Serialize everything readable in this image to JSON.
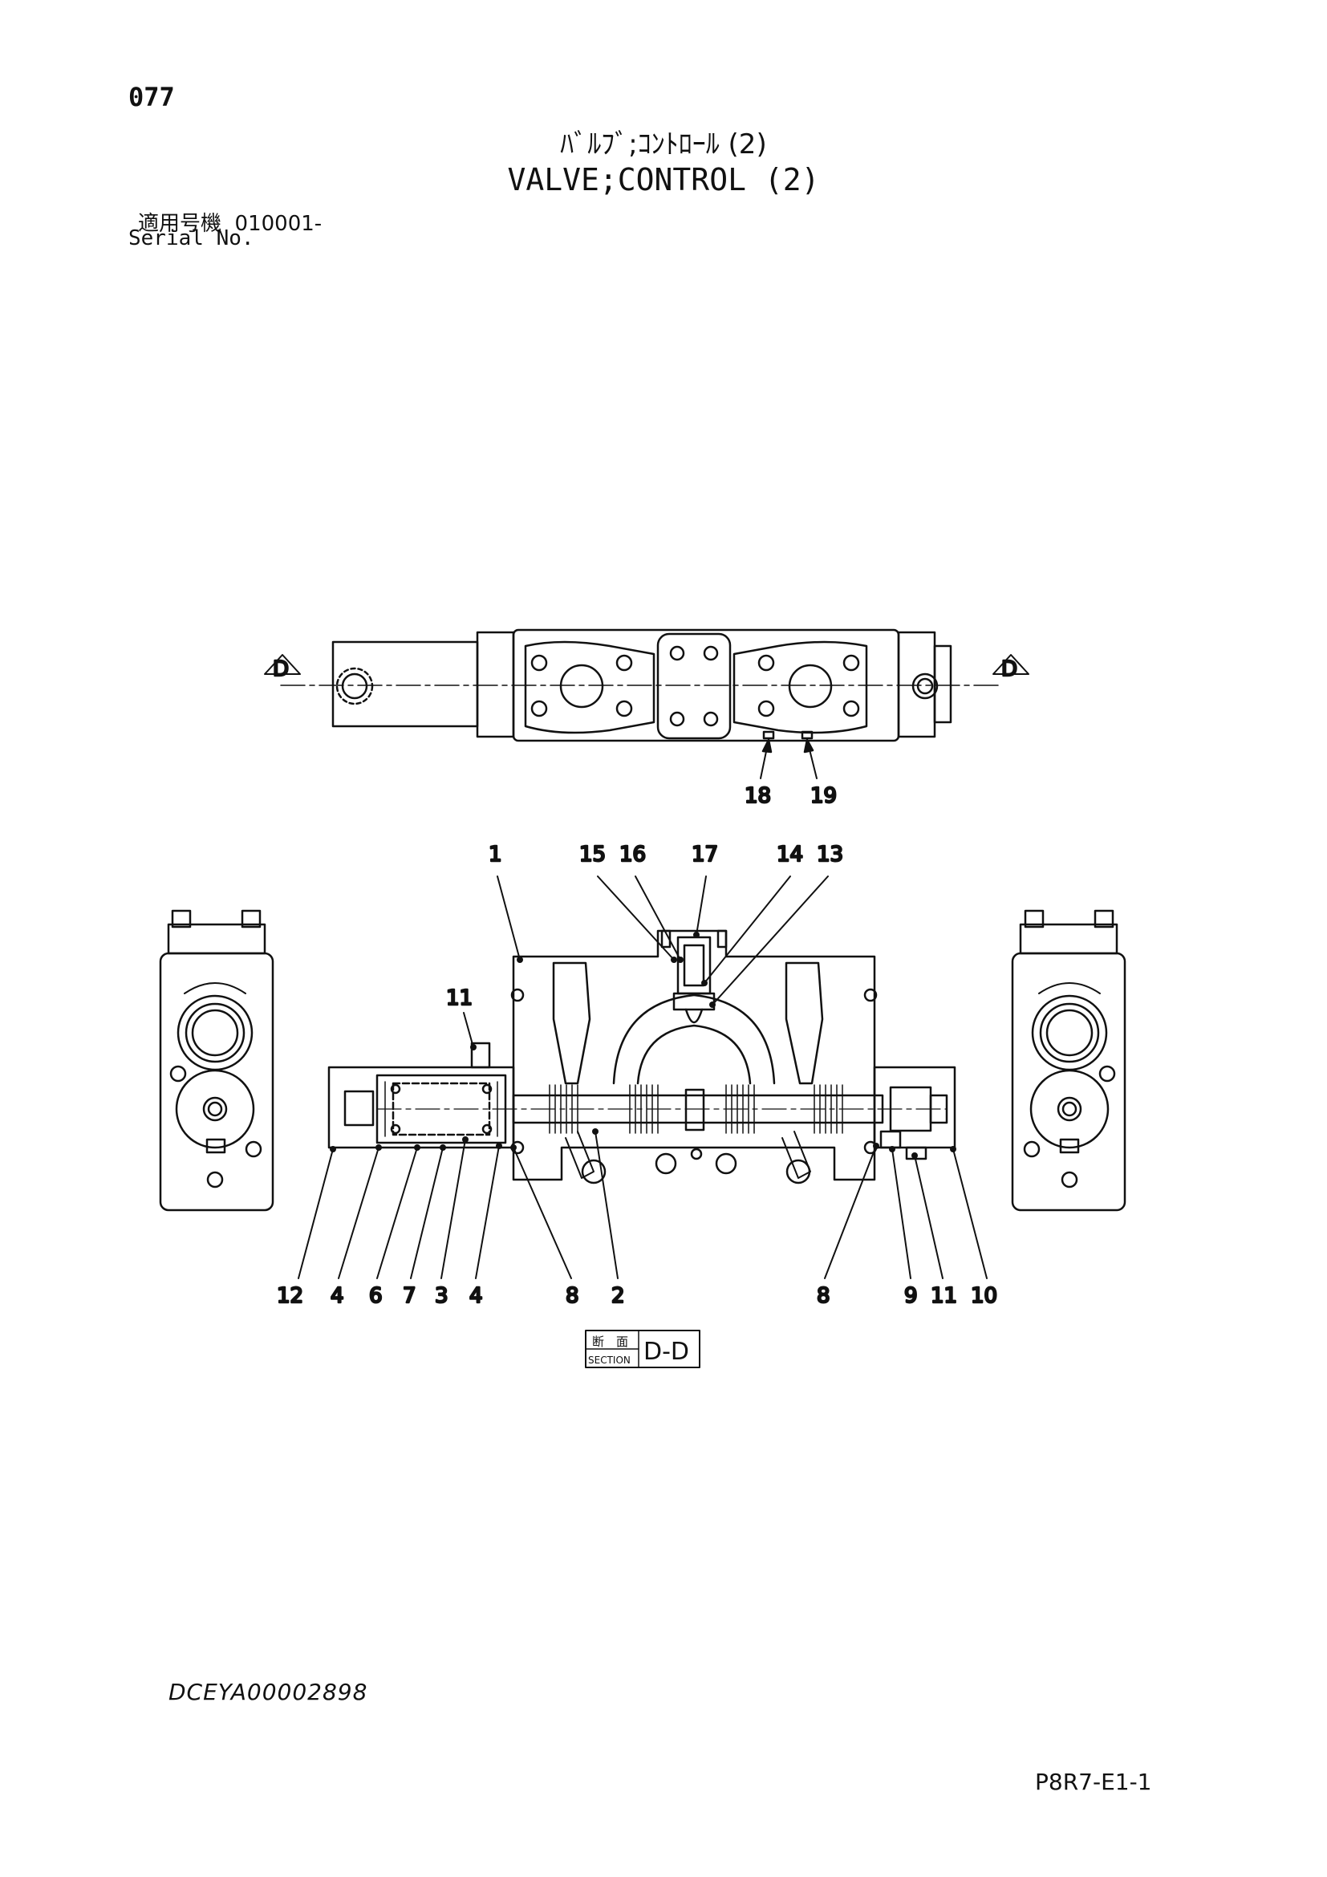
{
  "page_number": "077",
  "title_jp": "ﾊﾞﾙﾌﾞ;ｺﾝﾄﾛｰﾙ (2)",
  "title_en": "VALVE;CONTROL (2)",
  "serial_label_jp": "適用号機",
  "serial_value": "010001-",
  "serial_label_en": "Serial No.",
  "section_marker": "D",
  "section_label": {
    "kanji_left": "断",
    "kanji_right": "面",
    "word": "SECTION",
    "id": "D-D"
  },
  "callouts_top": [
    "18",
    "19"
  ],
  "callouts_upper": [
    "1",
    "15",
    "16",
    "17",
    "14",
    "13",
    "11"
  ],
  "callouts_lower": [
    "12",
    "4",
    "6",
    "7",
    "3",
    "4",
    "8",
    "2",
    "8",
    "9",
    "11",
    "10"
  ],
  "doc_code": "DCEYA00002898",
  "page_code": "P8R7-E1-1"
}
